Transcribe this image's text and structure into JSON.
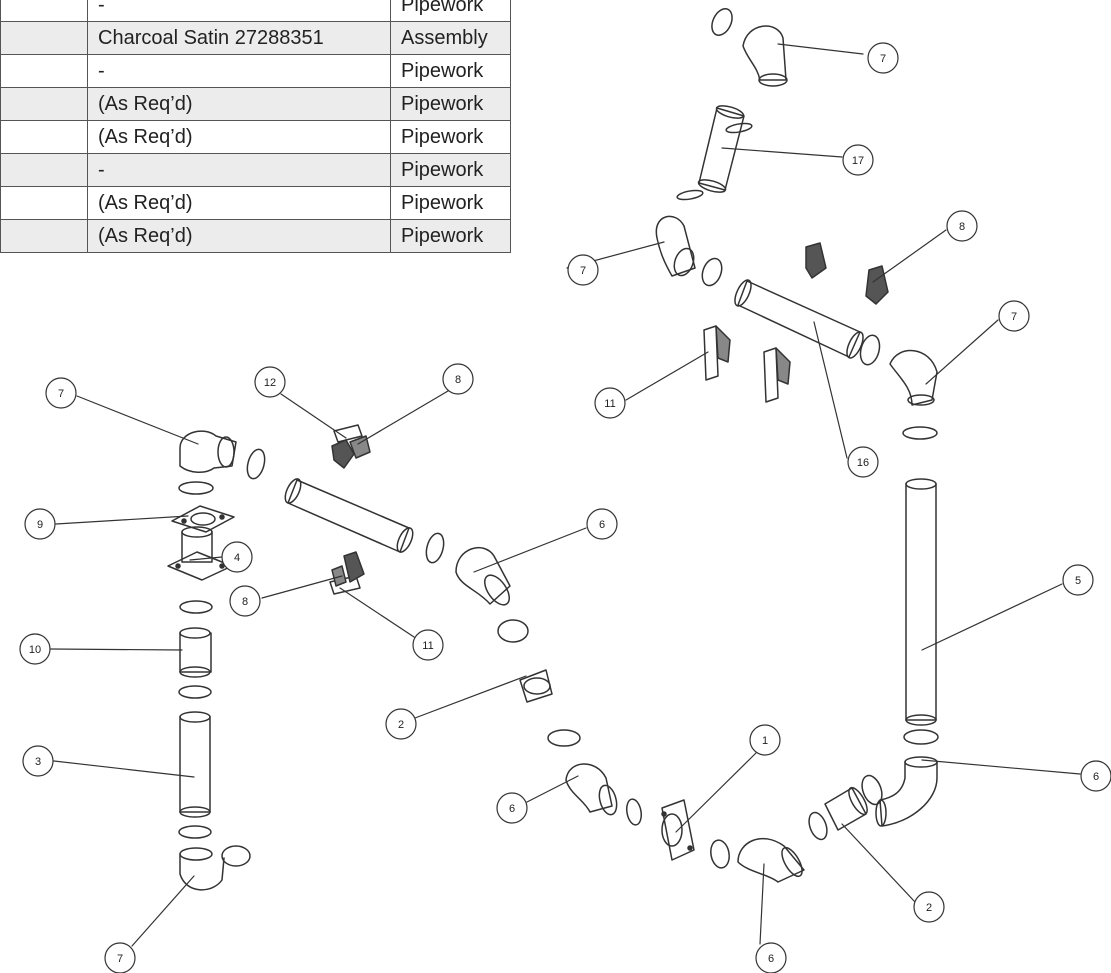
{
  "parts_table": {
    "rows": [
      {
        "finish": "-",
        "category": "Pipework",
        "shaded": false
      },
      {
        "finish": "Charcoal Satin 27288351",
        "category": "Assembly",
        "shaded": true
      },
      {
        "finish": "-",
        "category": "Pipework",
        "shaded": false
      },
      {
        "finish": "(As Req’d)",
        "category": "Pipework",
        "shaded": true
      },
      {
        "finish": "(As Req’d)",
        "category": "Pipework",
        "shaded": false
      },
      {
        "finish": "-",
        "category": "Pipework",
        "shaded": true
      },
      {
        "finish": "(As Req’d)",
        "category": "Pipework",
        "shaded": false
      },
      {
        "finish": "(As Req’d)",
        "category": "Pipework",
        "shaded": true
      }
    ]
  },
  "callouts": [
    "7",
    "17",
    "7",
    "8",
    "7",
    "11",
    "16",
    "7",
    "12",
    "8",
    "9",
    "4",
    "6",
    "8",
    "11",
    "10",
    "5",
    "2",
    "1",
    "3",
    "6",
    "6",
    "2",
    "6",
    "7"
  ]
}
